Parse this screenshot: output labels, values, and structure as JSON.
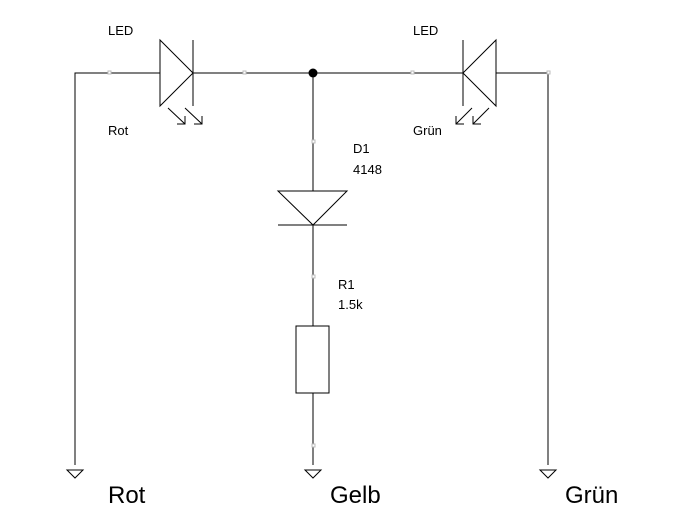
{
  "diagram": {
    "type": "circuit-schematic",
    "components": {
      "led_left": {
        "name": "LED",
        "value": "Rot",
        "orientation": "anode-left"
      },
      "led_right": {
        "name": "LED",
        "value": "Grün",
        "orientation": "anode-right"
      },
      "d1": {
        "name": "D1",
        "value": "4148"
      },
      "r1": {
        "name": "R1",
        "value": "1.5k"
      }
    },
    "terminals": [
      {
        "id": "rot",
        "label": "Rot"
      },
      {
        "id": "gelb",
        "label": "Gelb"
      },
      {
        "id": "gruen",
        "label": "Grün"
      }
    ],
    "colors": {
      "line": "#000000",
      "background": "#ffffff",
      "pin_marker": "#bbbbbb"
    }
  }
}
